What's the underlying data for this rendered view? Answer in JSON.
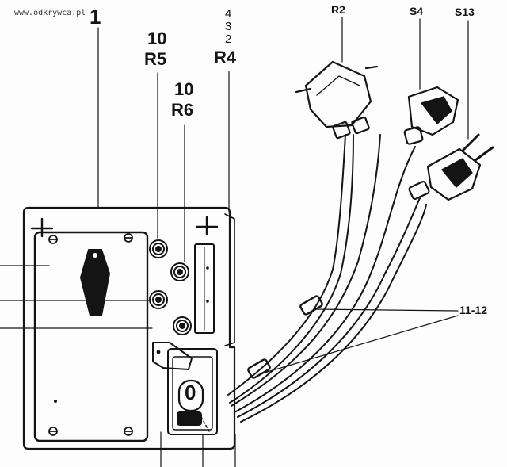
{
  "watermark": "www.odkrywca.pl",
  "labels": {
    "part_1": "1",
    "r5_num": "10",
    "r5": "R5",
    "r6_num": "10",
    "r6": "R6",
    "r4_n4": "4",
    "r4_n3": "3",
    "r4_n2": "2",
    "r4": "R4",
    "r2": "R2",
    "s4": "S4",
    "s13": "S13",
    "part_11_12": "11-12"
  },
  "knob_digit": "0",
  "colors": {
    "ink": "#141414",
    "paper": "#fdfdfd"
  }
}
